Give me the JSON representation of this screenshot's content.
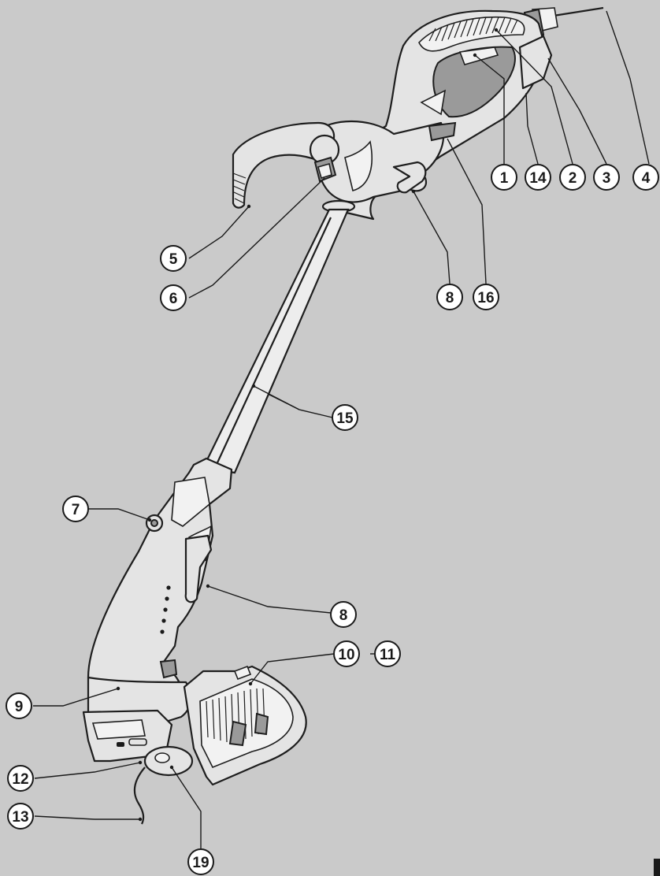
{
  "diagram": {
    "callouts": [
      {
        "id": "c1",
        "label": "1"
      },
      {
        "id": "c14",
        "label": "14"
      },
      {
        "id": "c2",
        "label": "2"
      },
      {
        "id": "c3",
        "label": "3"
      },
      {
        "id": "c4",
        "label": "4"
      },
      {
        "id": "c5",
        "label": "5"
      },
      {
        "id": "c6",
        "label": "6"
      },
      {
        "id": "c8a",
        "label": "8"
      },
      {
        "id": "c16",
        "label": "16"
      },
      {
        "id": "c15",
        "label": "15"
      },
      {
        "id": "c7",
        "label": "7"
      },
      {
        "id": "c8b",
        "label": "8"
      },
      {
        "id": "c10",
        "label": "10"
      },
      {
        "id": "c11",
        "label": "11"
      },
      {
        "id": "c9",
        "label": "9"
      },
      {
        "id": "c12",
        "label": "12"
      },
      {
        "id": "c13",
        "label": "13"
      },
      {
        "id": "c19",
        "label": "19"
      }
    ]
  }
}
